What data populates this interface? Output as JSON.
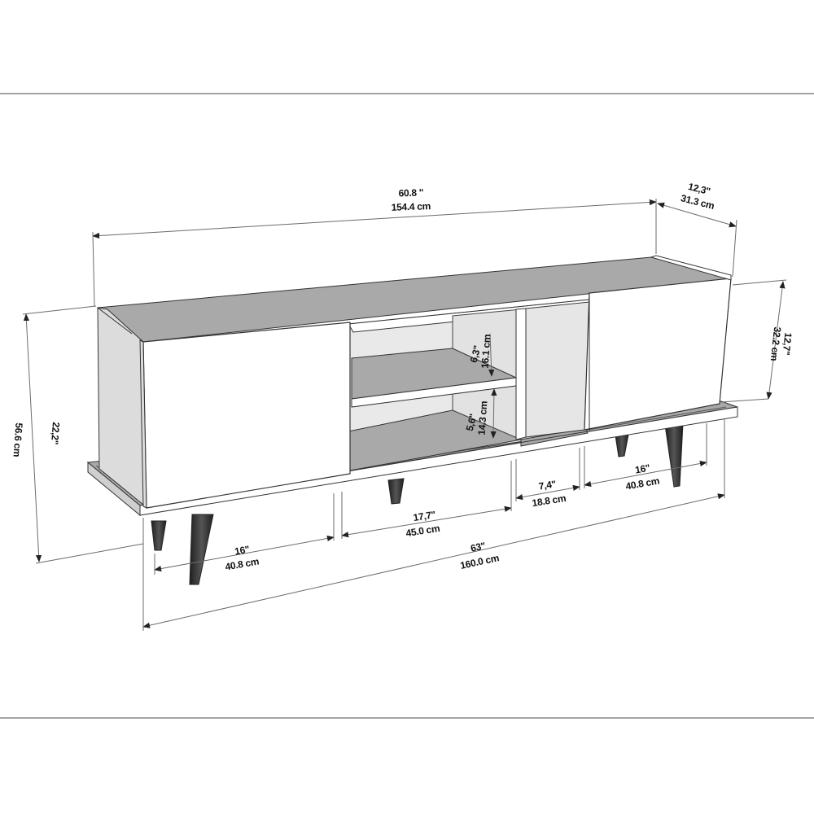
{
  "diagram": {
    "subject": "TV stand with two flap doors, central open shelf compartment and four tapered legs",
    "colors": {
      "line": "#333333",
      "dim_line": "#6b6b6b",
      "frame_line": "#a3a3a3",
      "top_surface": "#a9a9a9",
      "side_panel": "#dcdcdc",
      "inner_back": "#e6e6e6",
      "door_face": "#ffffff",
      "leg": "#2e2e2e"
    },
    "dimensions": {
      "overall_width_top": {
        "inch": "60.8 \"",
        "cm": "154.4 cm"
      },
      "depth": {
        "inch": "12,3\"",
        "cm": "31.3 cm"
      },
      "door_height": {
        "inch": "12,7\"",
        "cm": "32.2 cm"
      },
      "overall_height": {
        "inch": "22,2\"",
        "cm": "56.6 cm"
      },
      "upper_shelf_height": {
        "inch": "6,3\"",
        "cm": "16.1 cm"
      },
      "lower_shelf_height": {
        "inch": "5,6\"",
        "cm": "14.3 cm"
      },
      "left_door_width": {
        "inch": "16\"",
        "cm": "40.8 cm"
      },
      "shelf_section_width": {
        "inch": "17,7\"",
        "cm": "45.0 cm"
      },
      "open_section_width": {
        "inch": "7,4\"",
        "cm": "18.8 cm"
      },
      "right_door_width": {
        "inch": "16\"",
        "cm": "40.8 cm"
      },
      "base_width": {
        "inch": "63\"",
        "cm": "160.0 cm"
      }
    }
  }
}
